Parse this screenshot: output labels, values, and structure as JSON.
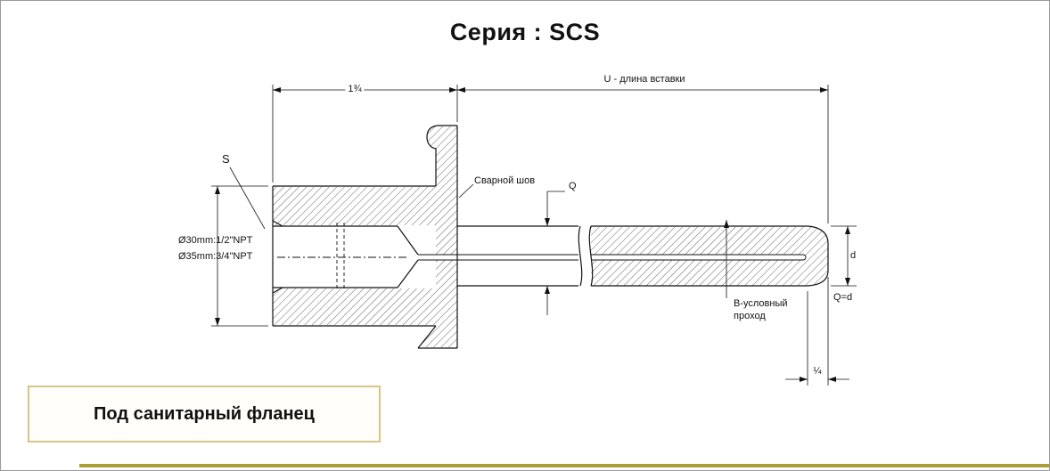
{
  "page": {
    "title": "Серия : SCS",
    "flange_note": "Под санитарный фланец"
  },
  "labels": {
    "hex_length": "1¾",
    "insertion_length": "U - длина вставки",
    "s": "S",
    "thread_size_1": "Ø30mm:1/2\"NPT",
    "thread_size_2": "Ø35mm:3/4\"NPT",
    "weld_seam": "Сварной шов",
    "q": "Q",
    "nominal_bore": "В-условный проход",
    "d": "d",
    "q_equals_d": "Q=d",
    "tip_wall": "¼"
  },
  "colors": {
    "note_box_border": "#d9c389",
    "footer_bar": "#ac9c34"
  }
}
